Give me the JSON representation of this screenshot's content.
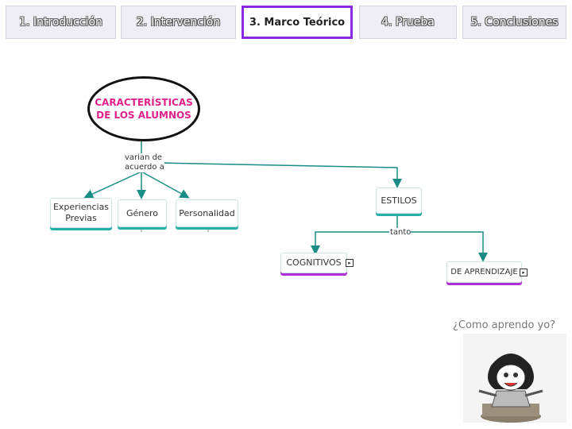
{
  "tabs": [
    {
      "label": "1. Introducción"
    },
    {
      "label": "2. Intervención"
    },
    {
      "label": "3. Marco Teórico"
    },
    {
      "label": "4. Prueba"
    },
    {
      "label": "5. Conclusiones"
    }
  ],
  "active_tab": "3. Marco Teórico",
  "concept_map": {
    "root": {
      "line1": "CARACTERÍSTICAS",
      "line2": "DE LOS ALUMNOS"
    },
    "link_varian": {
      "line1": "varian de",
      "line2": "acuerdo a"
    },
    "node_experiencias": {
      "line1": "Experiencias",
      "line2": "Previas"
    },
    "node_genero": "Género",
    "node_personalidad": "Personalidad",
    "node_estilos": "ESTILOS",
    "link_tanto": "tanto",
    "node_cognitivos": "COGNITIVOS",
    "node_aprendizaje": "DE APRENDIZAJE"
  },
  "question": "¿Como aprendo yo?",
  "colors": {
    "accent": "#8a2be2",
    "root_text": "#e0218a",
    "link": "#1a8c86",
    "teal_shadow": "#28b0a8",
    "purple_shadow": "#b02fd8"
  }
}
